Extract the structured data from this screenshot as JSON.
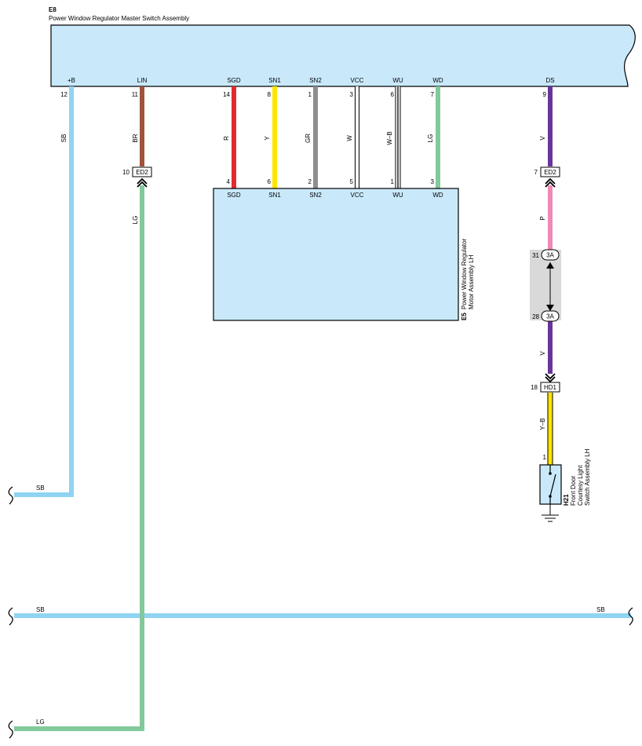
{
  "master": {
    "code": "E8",
    "name": "Power Window Regulator Master Switch Assembly",
    "pins": [
      {
        "label": "+B",
        "num": "12"
      },
      {
        "label": "LIN",
        "num": "11"
      },
      {
        "label": "SGD",
        "num": "14"
      },
      {
        "label": "SN1",
        "num": "8"
      },
      {
        "label": "SN2",
        "num": "1"
      },
      {
        "label": "VCC",
        "num": "3"
      },
      {
        "label": "WU",
        "num": "6"
      },
      {
        "label": "WD",
        "num": "7"
      },
      {
        "label": "DS",
        "num": "9"
      }
    ]
  },
  "motor": {
    "code": "E5",
    "name_line1": "Power Window Regulator",
    "name_line2": "Motor Assembly LH",
    "pins": [
      {
        "label": "SGD",
        "num": "4"
      },
      {
        "label": "SN1",
        "num": "6"
      },
      {
        "label": "SN2",
        "num": "2"
      },
      {
        "label": "VCC",
        "num": "5"
      },
      {
        "label": "WU",
        "num": "1"
      },
      {
        "label": "WD",
        "num": "3"
      }
    ]
  },
  "wires": {
    "b_sb": "SB",
    "lin_br": "BR",
    "lin_lg": "LG",
    "sgd": "R",
    "sn1": "Y",
    "sn2": "GR",
    "vcc": "W",
    "wu": "W–B",
    "wd": "LG",
    "ds_v": "V",
    "ds_p": "P",
    "ds_v2": "V",
    "switch_yb": "Y–B"
  },
  "connectors": {
    "ed2_left": {
      "name": "ED2",
      "num": "10"
    },
    "ed2_right": {
      "name": "ED2",
      "num": "7"
    },
    "j3a_top": {
      "name": "3A",
      "num": "31"
    },
    "j3a_bot": {
      "name": "3A",
      "num": "28"
    },
    "hd1": {
      "name": "HD1",
      "num": "18"
    }
  },
  "switch": {
    "code": "H21",
    "name_line1": "Front Door",
    "name_line2": "Courtesy Light",
    "name_line3": "Switch Assembly LH",
    "pin": "1"
  },
  "breaks": {
    "sb_upper": "SB",
    "sb_lower_left": "SB",
    "sb_lower_right": "SB",
    "lg_bottom": "LG"
  },
  "colors": {
    "box_fill": "#c9e9fb",
    "SB": "#8fd4f3",
    "BR": "#a0523a",
    "LG": "#83c99b",
    "R": "#e52a2e",
    "Y": "#fee500",
    "GR": "#8e8e91",
    "V": "#6a3499",
    "P": "#ef8ab7",
    "YB_yellow": "#fee500",
    "gray_box": "#d9d9d9"
  }
}
